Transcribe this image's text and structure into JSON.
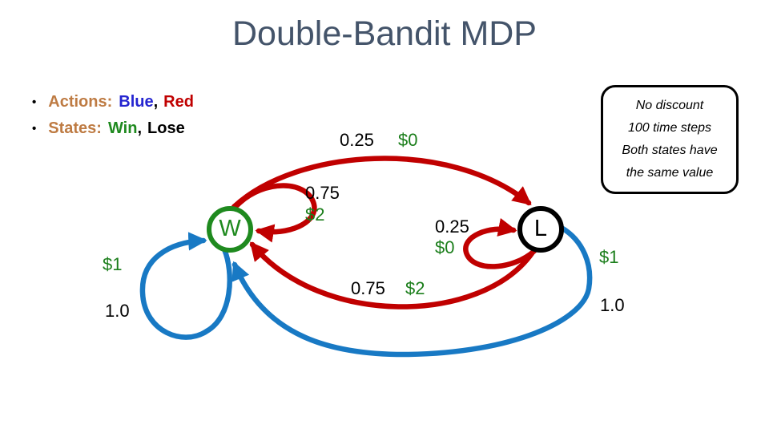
{
  "slide": {
    "title": "Double-Bandit MDP"
  },
  "bullets": {
    "marker": "•",
    "line1": {
      "label": "Actions:",
      "item1": "Blue",
      "separator": ",",
      "item2": "Red"
    },
    "line2": {
      "label": "States:",
      "item1": "Win",
      "separator": ",",
      "item2": "Lose"
    }
  },
  "note": {
    "lines": [
      "No discount",
      "100 time steps",
      "Both states have",
      "the same value"
    ]
  },
  "diagram": {
    "nodes": {
      "win": "W",
      "lose": "L"
    },
    "edges": {
      "red_win_to_lose": {
        "prob": "0.25",
        "reward": "$0"
      },
      "red_win_self": {
        "prob": "0.75",
        "reward": "$2"
      },
      "red_lose_self": {
        "prob": "0.25",
        "reward": "$0"
      },
      "red_lose_to_win": {
        "prob": "0.75",
        "reward": "$2"
      },
      "blue_win_self": {
        "reward": "$1",
        "prob": "1.0"
      },
      "blue_lose_to_win": {
        "reward": "$1",
        "prob": "1.0"
      }
    }
  },
  "colors": {
    "title": "#44546A",
    "accent_label": "#BE7B43",
    "action_blue": "#2424D0",
    "action_red": "#C00000",
    "state_win_green": "#1F8A1F",
    "edge_red": "#C00000",
    "edge_blue": "#1879C4",
    "reward_green": "#1B7E1B"
  }
}
